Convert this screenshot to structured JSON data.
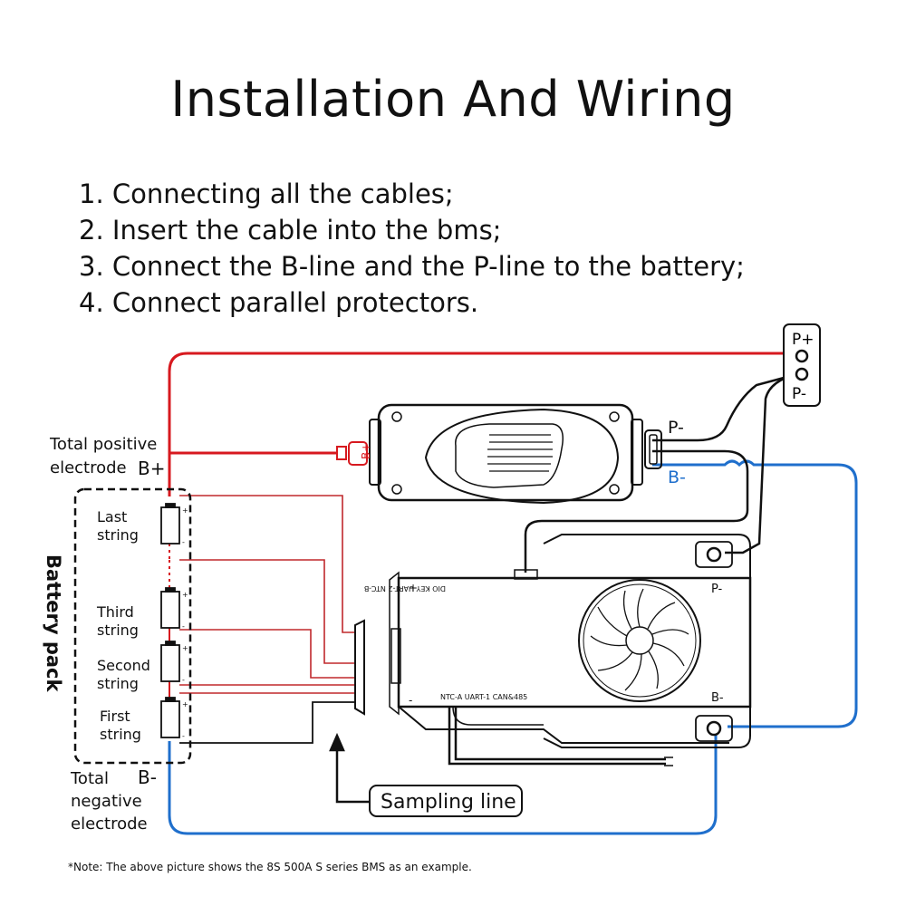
{
  "title": "Installation And Wiring",
  "steps": [
    "1. Connecting all the cables;",
    "2. Insert the cable into the bms;",
    "3. Connect the B-line and the P-line to the battery;",
    "4. Connect parallel protectors."
  ],
  "labels": {
    "total_positive_1": "Total positive",
    "total_positive_2": "electrode",
    "b_plus": "B+",
    "b_minus": "B-",
    "total_negative_1": "Total",
    "total_negative_2": "negative",
    "total_negative_3": "electrode",
    "battery_pack": "Battery pack",
    "last_string_1": "Last",
    "last_string_2": "string",
    "third_string_1": "Third",
    "third_string_2": "string",
    "second_string_1": "Second",
    "second_string_2": "string",
    "first_string_1": "First",
    "first_string_2": "string",
    "sampling_line": "Sampling line",
    "p_plus_terminal": "P+",
    "p_minus_terminal": "P-",
    "protector_p_minus": "P-",
    "protector_b_minus": "B-",
    "protector_b_plus": "B+",
    "bms_p_minus": "P-",
    "bms_b_minus": "B-",
    "bms_plus": "+",
    "bms_minus": "-",
    "top_ports": "DIO  KEY  UART-2  NTC-B",
    "bottom_ports": "NTC-A   UART-1   CAN&485",
    "cell_plus": "+",
    "cell_minus": "-"
  },
  "colors": {
    "positive": "#d7191f",
    "negative": "#1f6fcc",
    "sampling": "#c0282c",
    "outline": "#111111"
  },
  "note": "*Note: The above picture shows the 8S 500A S series BMS as an example."
}
